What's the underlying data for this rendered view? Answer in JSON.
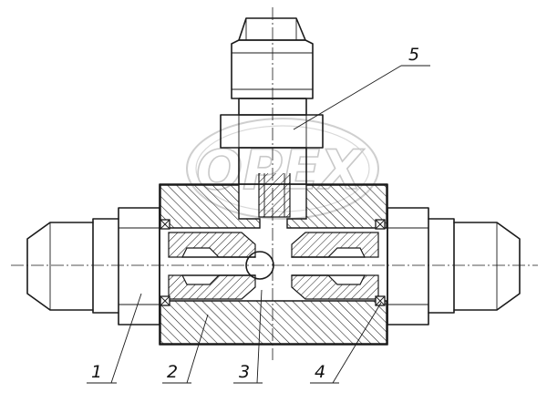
{
  "watermark": "OPEX",
  "callouts": [
    {
      "id": "1",
      "label": "1"
    },
    {
      "id": "2",
      "label": "2"
    },
    {
      "id": "3",
      "label": "3"
    },
    {
      "id": "4",
      "label": "4"
    },
    {
      "id": "5",
      "label": "5"
    }
  ]
}
